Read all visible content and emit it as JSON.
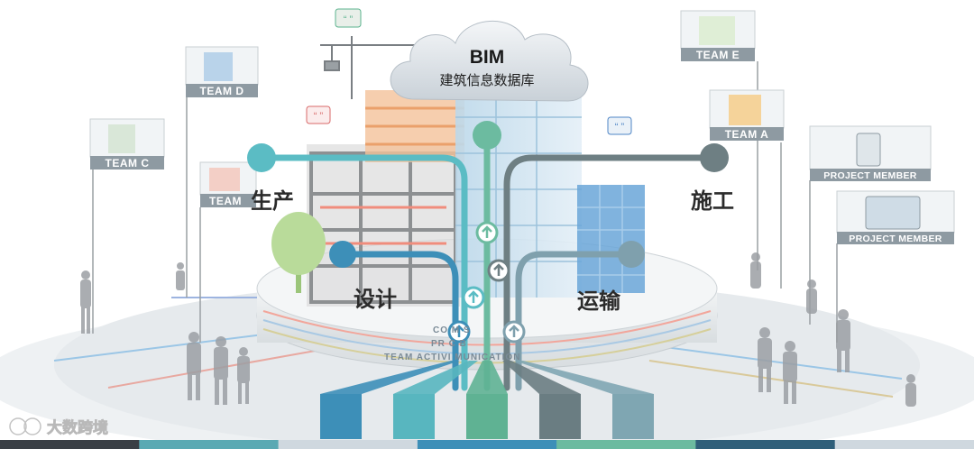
{
  "cloud": {
    "title": "BIM",
    "subtitle": "建筑信息数据库"
  },
  "stages": {
    "production": "生产",
    "construction": "施工",
    "design": "设计",
    "transport": "运输"
  },
  "teams": {
    "a": "TEAM A",
    "c": "TEAM C",
    "d": "TEAM D",
    "e": "TEAM E",
    "partial": "TEAM"
  },
  "members": [
    "PROJECT MEMBER",
    "PROJECT MEMBER"
  ],
  "ring_text": {
    "line1": "CO        M        S",
    "line2": "PR        C       B",
    "line3": "TEAM ACTIVI          MUNICATION"
  },
  "watermark": "大数跨境",
  "colors": {
    "teal": "#5bbcc4",
    "blue": "#3d8fb8",
    "green": "#6cbba0",
    "gray": "#6e7f83",
    "slate": "#7fa0ad",
    "dark_slate": "#5d7077"
  },
  "bottom_bars": [
    "#3d8fb8",
    "#58b6bf",
    "#5fb293",
    "#6a7d82",
    "#7fa6b2"
  ],
  "footer_stripes": [
    "#3a3f45",
    "#5aa9b3",
    "#cfd8df",
    "#3d8fb8",
    "#6cbba0",
    "#2f5f7a",
    "#cfd8df"
  ]
}
